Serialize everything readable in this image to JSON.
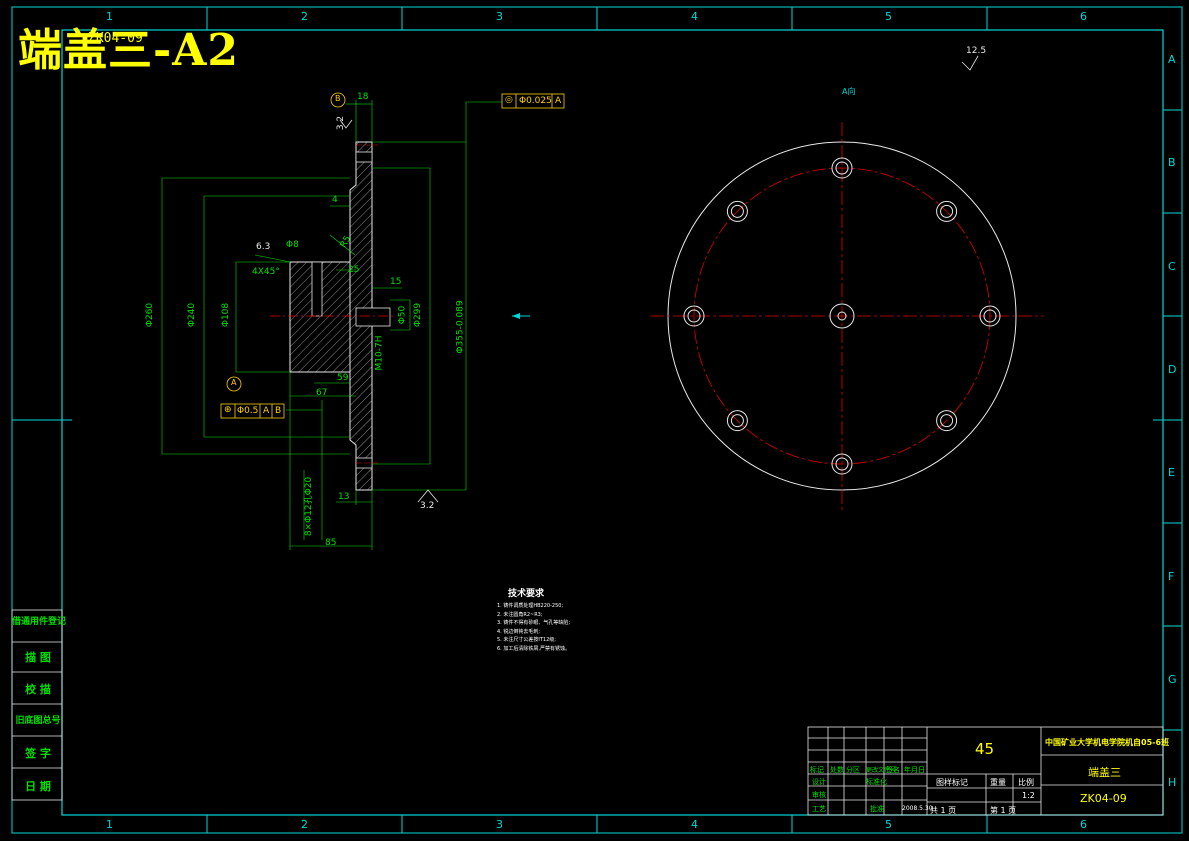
{
  "header": {
    "title": "端盖三-A2",
    "overlay_code": "ZK04-09"
  },
  "grid": {
    "columns": [
      "1",
      "2",
      "3",
      "4",
      "5",
      "6"
    ],
    "rows": [
      "A",
      "B",
      "C",
      "D",
      "E",
      "F",
      "G",
      "H"
    ]
  },
  "section_view": {
    "datum_b": "B",
    "datum_a": "A",
    "dims": {
      "d18": "18",
      "d4": "4",
      "d6_3": "6.3",
      "d8": "Φ8",
      "chamfer": "4X45°",
      "r5": "R5",
      "d25": "25",
      "d15": "15",
      "phi260": "Φ260",
      "phi240": "Φ240",
      "phi108": "Φ108",
      "phi50": "Φ50",
      "phi299": "Φ299",
      "m10": "M10-7H",
      "phi355": "Φ355-0.089",
      "d59": "59",
      "d67": "67",
      "d13": "13",
      "d85": "85",
      "holes": "8×Φ12孔Φ20",
      "rough_top": "3.2",
      "rough_bottom": "3.2"
    },
    "tol_frame_top": {
      "sym": "◎",
      "value": "Φ0.025",
      "ref": "A"
    },
    "tol_frame_left": {
      "sym": "⊕",
      "value": "Φ0.5",
      "ref1": "A",
      "ref2": "B"
    }
  },
  "front_view": {
    "label": "A向",
    "roughness_note": "12.5"
  },
  "tech_requirements": {
    "title": "技术要求",
    "notes": [
      "1. 铸件调质处理HB220-250;",
      "2. 未注圆角R2~R3;",
      "3. 铸件不得有砂眼、气孔等缺陷;",
      "4. 锐边倒钝去毛刺;",
      "5. 未注尺寸公差按IT12级;",
      "6. 加工后清除铁屑,严禁有锈蚀。"
    ]
  },
  "side_table": [
    "借通用件登记",
    "描 图",
    "校 描",
    "旧底图总号",
    "签 字",
    "日 期"
  ],
  "title_block": {
    "material": "45",
    "school": "中国矿业大学机电学院机自05-6班",
    "part_name": "端盖三",
    "drawing_no": "ZK04-09",
    "scale_label": "比例",
    "scale": "1:2",
    "stage_label": "图样标记",
    "weight_label": "重量",
    "sheet_total": "共 1 页",
    "sheet_no": "第 1 页",
    "date": "2008.5.30",
    "labels": [
      "标记",
      "处数",
      "分区",
      "更改文件号",
      "签名",
      "年月日",
      "设计",
      "标准化",
      "审核",
      "工艺",
      "批准"
    ]
  },
  "colors": {
    "frame": "#00d8d8",
    "geometry": "#e8e8e8",
    "center": "#e00000",
    "dimension": "#00e000",
    "title": "#ffff00"
  }
}
